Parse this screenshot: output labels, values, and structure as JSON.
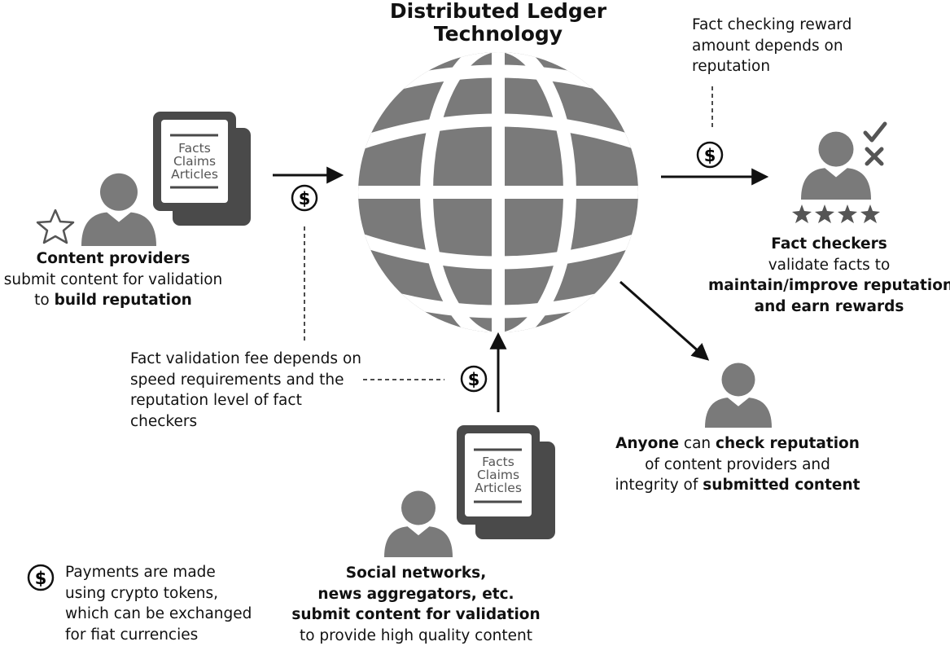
{
  "title": [
    "Distributed Ledger",
    "Technology"
  ],
  "reward_note": [
    "Fact checking reward",
    "amount depends on",
    "reputation"
  ],
  "document_labels": [
    "Facts",
    "Claims",
    "Articles"
  ],
  "dollar_symbol": "$",
  "content_providers": {
    "heading": "Content providers",
    "line2": "submit content for validation",
    "line3_prefix": "to ",
    "line3_bold": "build reputation"
  },
  "fact_checkers": {
    "heading": "Fact checkers",
    "line2": "validate facts to",
    "line3": "maintain/improve reputation",
    "line4": "and earn rewards"
  },
  "fee_note": [
    "Fact validation fee depends on",
    "speed requirements and the",
    "reputation level of fact",
    "checkers"
  ],
  "anyone": {
    "bold1": "Anyone",
    "mid1": " can ",
    "bold2": "check reputation",
    "line2": "of content providers and",
    "line3_prefix": "integrity of ",
    "line3_bold": "submitted content"
  },
  "social": {
    "line1": "Social networks,",
    "line2": "news aggregators, etc.",
    "line3": "submit content for validation",
    "line4": "to provide high quality content"
  },
  "payment_note": [
    "Payments are made",
    "using crypto tokens,",
    "which can be exchanged",
    "for fiat currencies"
  ],
  "icons": {
    "globe": "globe-icon",
    "person": "person-icon",
    "document_stack": "document-stack-icon",
    "dollar": "dollar-coin-icon",
    "star": "star-icon",
    "check": "check-icon",
    "cross": "cross-icon"
  },
  "colors": {
    "icon_gray": "#7a7a7a",
    "doc_dark": "#4a4a4a",
    "line": "#111111"
  }
}
